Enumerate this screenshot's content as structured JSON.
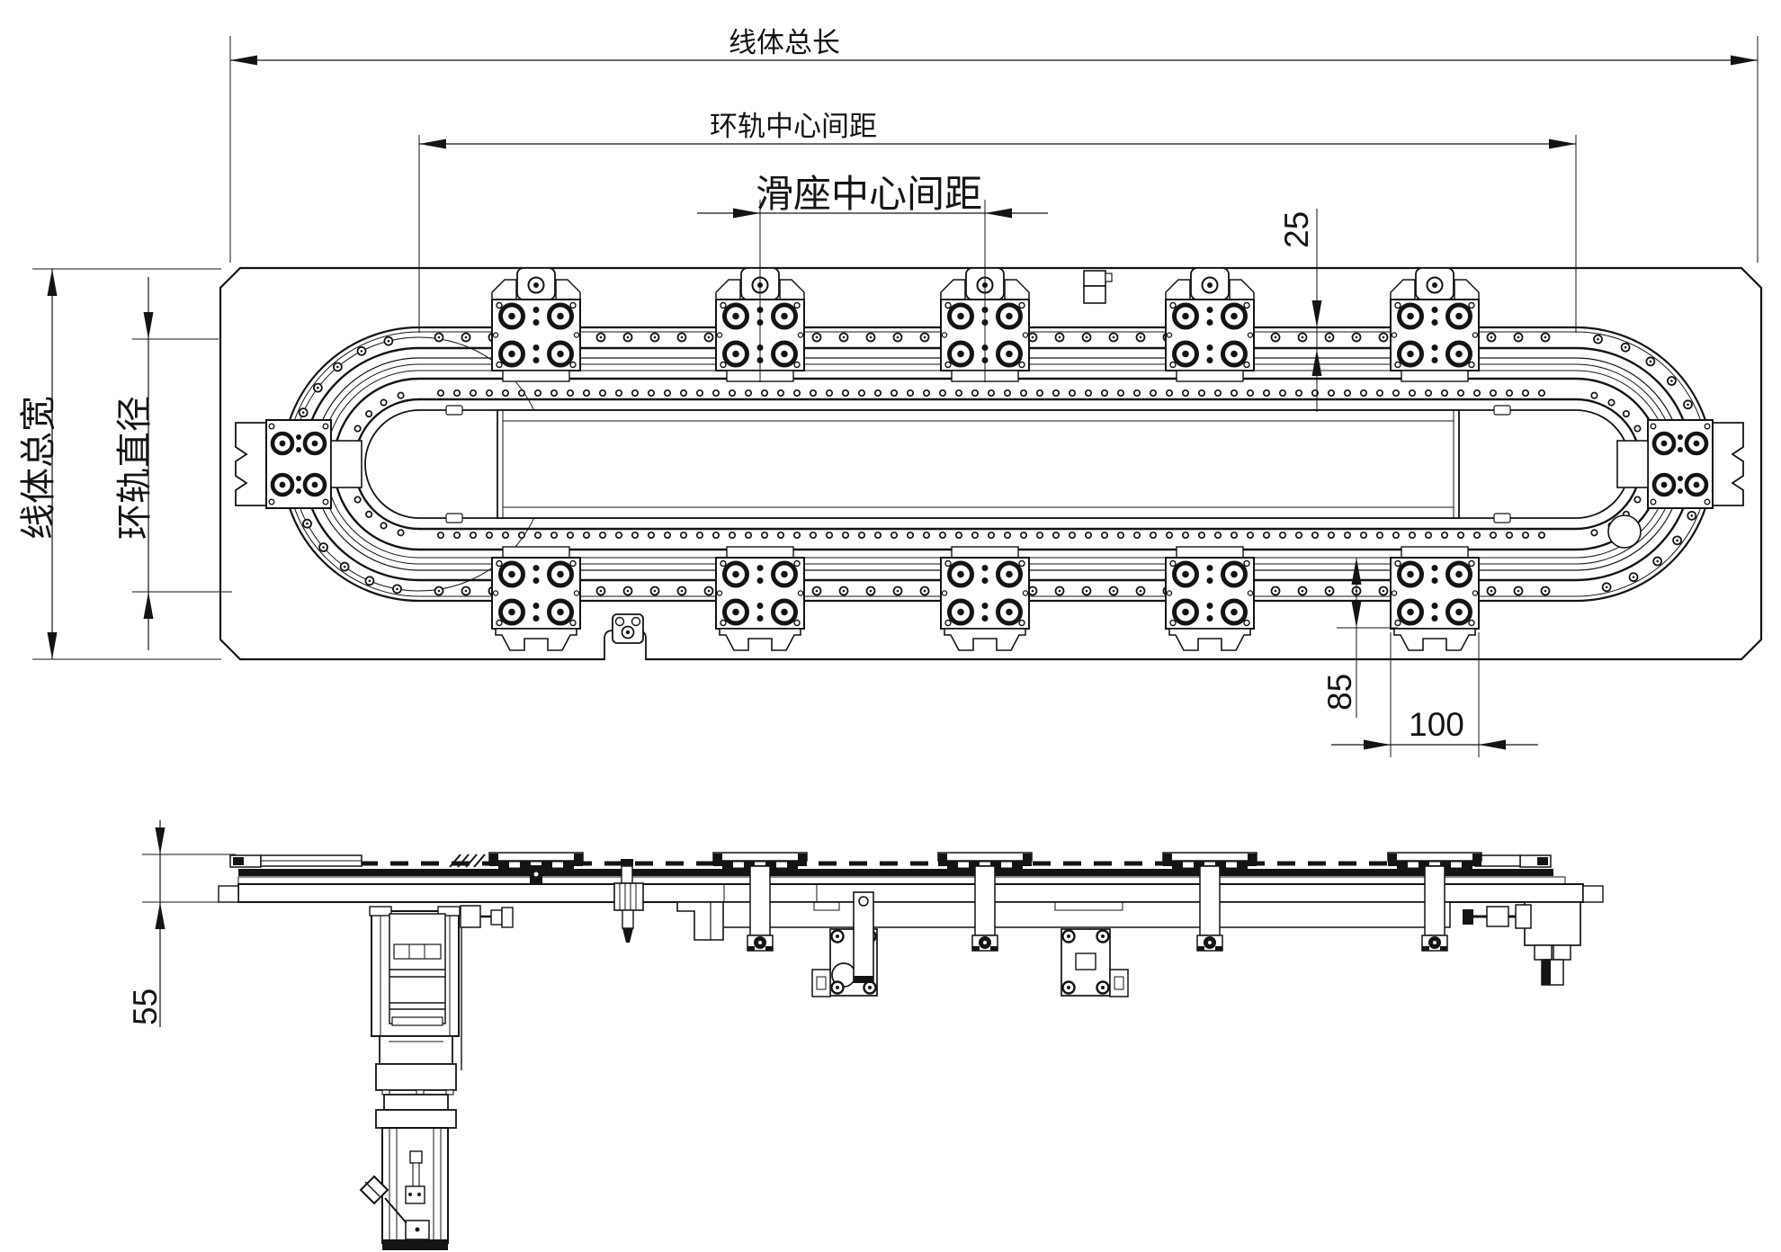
{
  "colors": {
    "ink": "#141414",
    "paper": "#ffffff"
  },
  "labels": {
    "total_length": "线体总长",
    "ring_center_distance": "环轨中心间距",
    "slider_center_distance": "滑座中心间距",
    "total_width": "线体总宽",
    "ring_diameter": "环轨直径"
  },
  "values": {
    "flange_width": "25",
    "block_height": "85",
    "carriage_width": "100",
    "base_height": "55"
  }
}
